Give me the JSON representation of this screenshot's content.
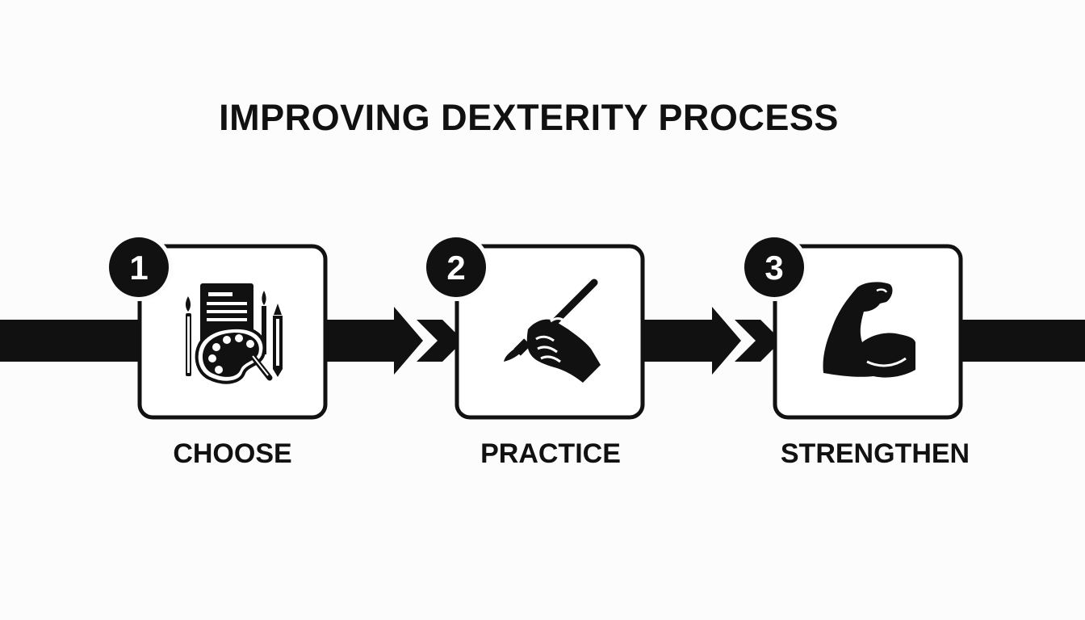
{
  "title": "IMPROVING DEXTERITY PROCESS",
  "steps": [
    {
      "number": "1",
      "label": "CHOOSE",
      "icon": "art-supplies-icon"
    },
    {
      "number": "2",
      "label": "PRACTICE",
      "icon": "hand-holding-brush-icon"
    },
    {
      "number": "3",
      "label": "STRENGTHEN",
      "icon": "flexed-bicep-icon"
    }
  ],
  "colors": {
    "background": "#fcfcfc",
    "foreground": "#111111",
    "box_fill": "#ffffff"
  }
}
